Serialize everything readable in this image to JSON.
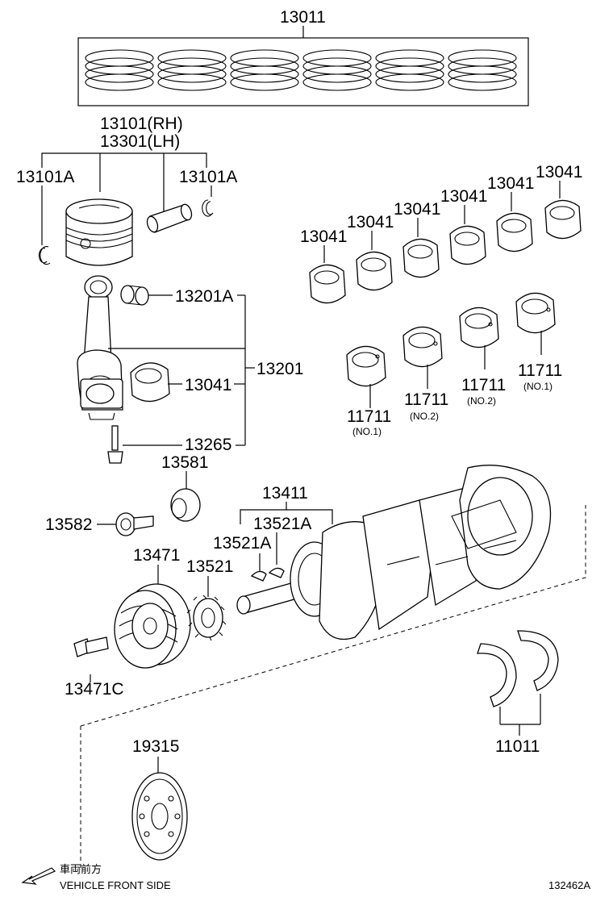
{
  "labels": {
    "piston_ring_set": "13011",
    "piston_rh": "13101(RH)",
    "piston_lh": "13301(LH)",
    "snap_ring_left": "13101A",
    "snap_ring_right": "13101A",
    "conrod_bushing": "13201A",
    "conrod_assy": "13201",
    "conrod_bearing": "13041",
    "conrod_bolt": "13265",
    "crank_bearing_1": "13041",
    "crank_bearing_2": "13041",
    "crank_bearing_3": "13041",
    "crank_bearing_4": "13041",
    "crank_bearing_5": "13041",
    "crank_bearing_6": "13041",
    "main_bearing_a": "11711",
    "main_bearing_a_note": "(NO.1)",
    "main_bearing_b": "11711",
    "main_bearing_b_note": "(NO.2)",
    "main_bearing_c": "11711",
    "main_bearing_c_note": "(NO.2)",
    "main_bearing_d": "11711",
    "main_bearing_d_note": "(NO.1)",
    "washer": "13581",
    "pulley_bolt": "13582",
    "crankshaft": "13411",
    "key_a": "13521A",
    "key_b": "13521A",
    "crank_pulley": "13471",
    "timing_gear": "13521",
    "pulley_bolt_2": "13471C",
    "thrust_washer_set": "11011",
    "drive_plate": "19315"
  },
  "footer": {
    "direction_jp": "車両前方",
    "direction_en": "VEHICLE FRONT SIDE",
    "diagram_code": "132462A"
  },
  "icons": {
    "front_arrow": "arrow-left-down-icon"
  }
}
